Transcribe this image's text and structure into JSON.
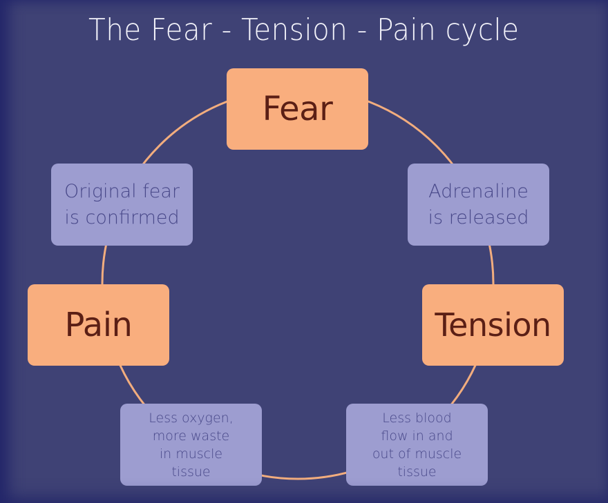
{
  "title": "The Fear - Tension - Pain cycle",
  "colors": {
    "background": "#3f4275",
    "main_box": "#f9ae7e",
    "main_text": "#5b1f15",
    "step_box": "#9d9dd0",
    "step_text": "#484889",
    "ring": "#f2ad7e",
    "title_text": "#f4f4fb"
  },
  "cycle": {
    "main_nodes": {
      "fear": "Fear",
      "tension": "Tension",
      "pain": "Pain"
    },
    "steps": {
      "adrenaline": [
        "Adrenaline",
        "is released"
      ],
      "blood_flow": [
        "Less blood",
        "flow in and",
        "out of muscle",
        "tissue"
      ],
      "oxygen": [
        "Less oxygen,",
        "more waste",
        "in muscle",
        "tissue"
      ],
      "confirmed": [
        "Original fear",
        "is confirmed"
      ]
    },
    "order": [
      "Fear",
      "Adrenaline is released",
      "Tension",
      "Less blood flow in and out of muscle tissue",
      "Less oxygen, more waste in muscle tissue",
      "Pain",
      "Original fear is confirmed"
    ]
  }
}
